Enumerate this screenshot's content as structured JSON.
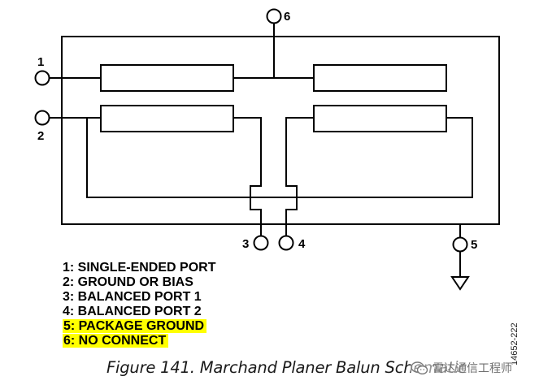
{
  "pins": {
    "p1": "1",
    "p2": "2",
    "p3": "3",
    "p4": "4",
    "p5": "5",
    "p6": "6"
  },
  "legend": [
    {
      "text": "1: SINGLE-ENDED PORT",
      "highlighted": false
    },
    {
      "text": "2: GROUND OR BIAS",
      "highlighted": false
    },
    {
      "text": "3: BALANCED PORT 1",
      "highlighted": false
    },
    {
      "text": "4: BALANCED PORT 2",
      "highlighted": false
    },
    {
      "text": "5: PACKAGE GROUND",
      "highlighted": true
    },
    {
      "text": "6: NO CONNECT",
      "highlighted": true
    }
  ],
  "highlight_color": "#ffff00",
  "figure_id": "14652-222",
  "caption": "Figure 141. Marchand Planer Balun Schematic",
  "watermark": {
    "icon": "wechat-icon",
    "text": "雷达通信工程师"
  }
}
